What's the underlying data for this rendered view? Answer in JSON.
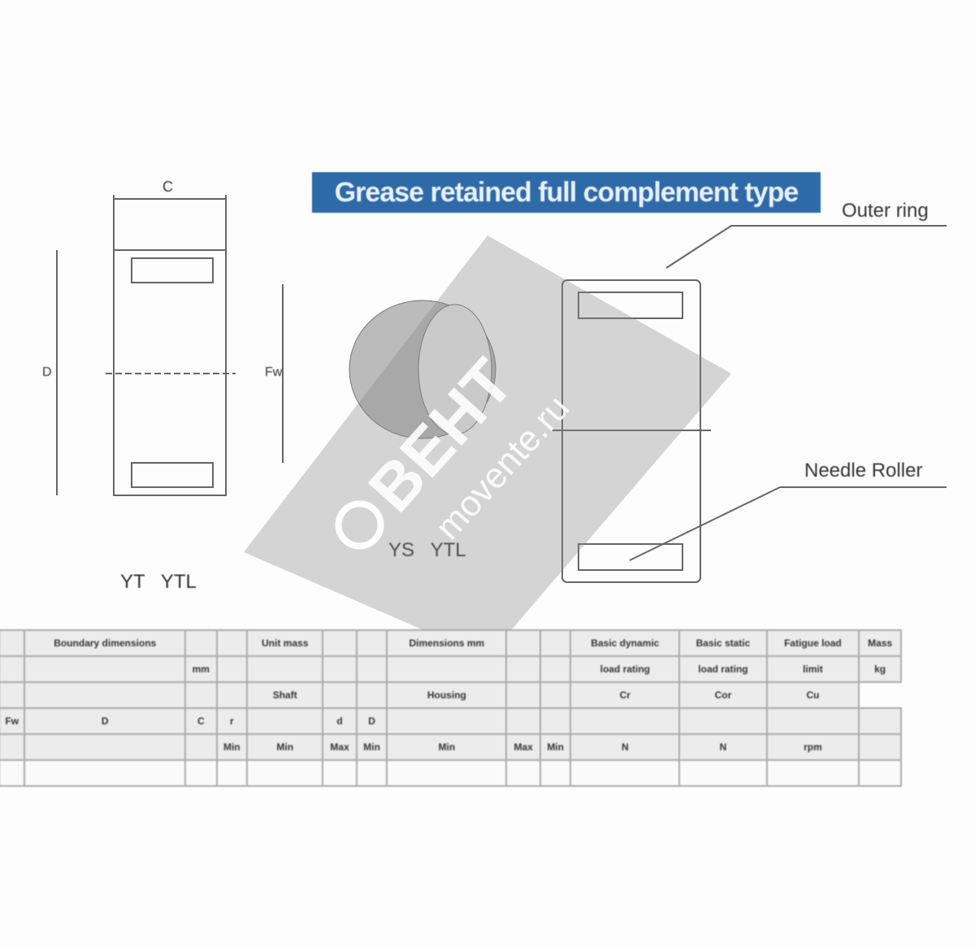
{
  "title": "Grease retained full complement type",
  "labels": {
    "outer_ring": "Outer ring",
    "needle_roller": "Needle Roller",
    "left_types": "YT   YTL",
    "middle_types": "YS   YTL",
    "dim_C": "C",
    "dim_D": "D",
    "dim_Fw": "Fw"
  },
  "watermark": {
    "brand": "ВЕНТ",
    "site": "movente.ru"
  },
  "table": {
    "rows": [
      [
        "",
        "Boundary dimensions",
        "",
        "",
        "Unit mass",
        "",
        "",
        "Dimensions mm",
        "",
        "",
        "Basic dynamic",
        "Basic static",
        "Fatigue load",
        "Mass"
      ],
      [
        "",
        "",
        "mm",
        "",
        "",
        "",
        "",
        "",
        "",
        "",
        "load rating",
        "load rating",
        "limit",
        "kg"
      ],
      [
        "",
        "",
        "",
        "",
        "Shaft",
        "",
        "",
        "Housing",
        "",
        "",
        "Cr",
        "Cor",
        "Cu"
      ],
      [
        "Fw",
        "D",
        "C",
        "r",
        "",
        "d",
        "D",
        "",
        "",
        "",
        "",
        "",
        "",
        ""
      ],
      [
        "",
        "",
        "",
        "Min",
        "Min",
        "Max",
        "Min",
        "Min",
        "Max",
        "Min",
        "N",
        "N",
        "rpm",
        ""
      ],
      [
        "",
        "",
        "",
        "",
        "",
        "",
        "",
        "",
        "",
        "",
        "",
        "",
        "",
        ""
      ]
    ]
  }
}
